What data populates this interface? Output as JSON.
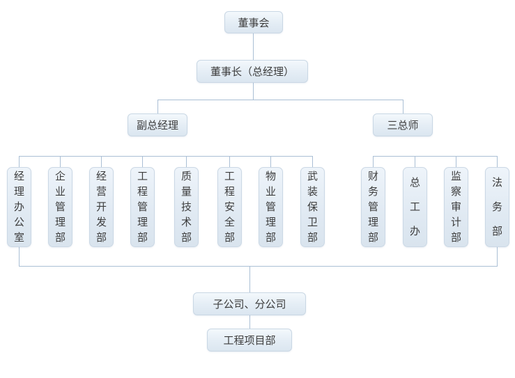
{
  "org_chart": {
    "board": "董事会",
    "chairman": "董事长（总经理）",
    "deputy_gm": "副总经理",
    "three_chiefs": "三总师",
    "left_departments": [
      "经理办公室",
      "企业管理部",
      "经营开发部",
      "工程管理部",
      "质量技术部",
      "工程安全部",
      "物业管理部",
      "武装保卫部"
    ],
    "right_departments": [
      "财务管理部",
      "总工办",
      "监察审计部",
      "法务部"
    ],
    "subsidiaries": "子公司、分公司",
    "project_dept": "工程项目部",
    "colors": {
      "connector_line": "#aabfd5",
      "node_border": "#c9d7e4",
      "node_fill_top": "#f3f8fc",
      "node_fill_bottom": "#dbe6f0",
      "text": "#3d3d3d",
      "background": "#ffffff"
    }
  }
}
